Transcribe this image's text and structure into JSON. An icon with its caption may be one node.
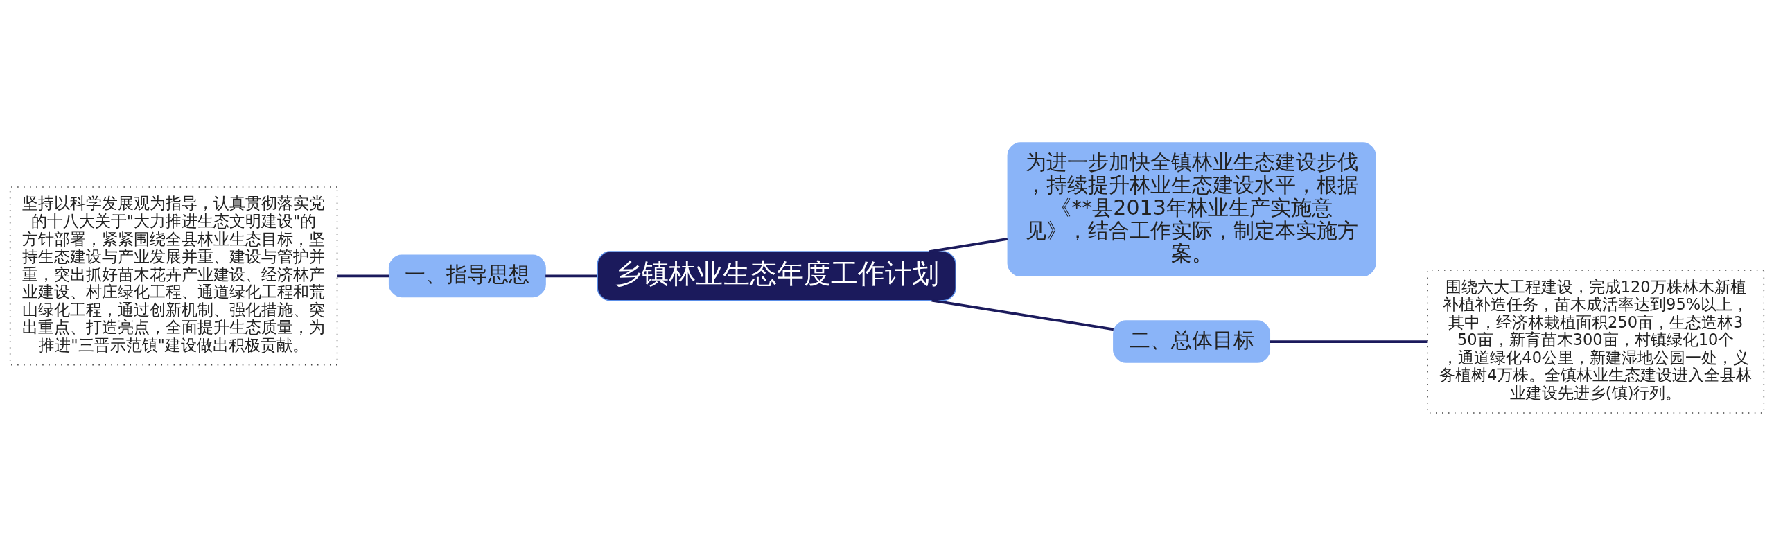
{
  "diagram": {
    "nodes": [
      {
        "text": [
          "乡镇林业生态年度工作计划"
        ]
      },
      {
        "text": [
          "一、指导思想"
        ]
      },
      {
        "text": [
          "坚持以科学发展观为指导，认真贯彻落实党的十八大关于\"大力推进生态文明建设\"的方针部署，紧紧围绕全县林业生态目标，坚持生态建设与产业发展并重、建设与管护并重，突出抓好苗木花卉产业建设、经济林产业建设、村庄绿化工程、通道绿化工程和荒山绿化工程，通过创新机制、强化措施、突出重点、打造亮点，全面提升生态质量，为推进\"三晋示范镇\"建设做出积极贡献。"
        ]
      },
      {
        "text": [
          "为进一步加快全镇林业生态建设步伐，持续提升林业生态建设水平，根据《**县2013年林业生产实施意见》，结合工作实际，制定本实施方案。"
        ]
      },
      {
        "text": [
          "二、总体目标"
        ]
      },
      {
        "text": [
          "围绕六大工程建设，完成120万株林木新植补植补造任务，苗木成活率达到95%以上，其中，经济林栽植面积250亩，生态造林350亩，新育苗木300亩，村镇绿化10个，通道绿化40公里，新建湿地公园一处，义务植树4万株。全镇林业生态建设进入全县林业建设先进乡(镇)行列。"
        ]
      }
    ],
    "edges": [
      {
        "from": 2,
        "to": 1,
        "arrow": "none"
      },
      {
        "from": 1,
        "to": 0,
        "arrow": "none"
      },
      {
        "from": 0,
        "to": 3,
        "arrow": "none"
      },
      {
        "from": 0,
        "to": 4,
        "arrow": "none"
      },
      {
        "from": 4,
        "to": 5,
        "arrow": "none"
      }
    ]
  }
}
